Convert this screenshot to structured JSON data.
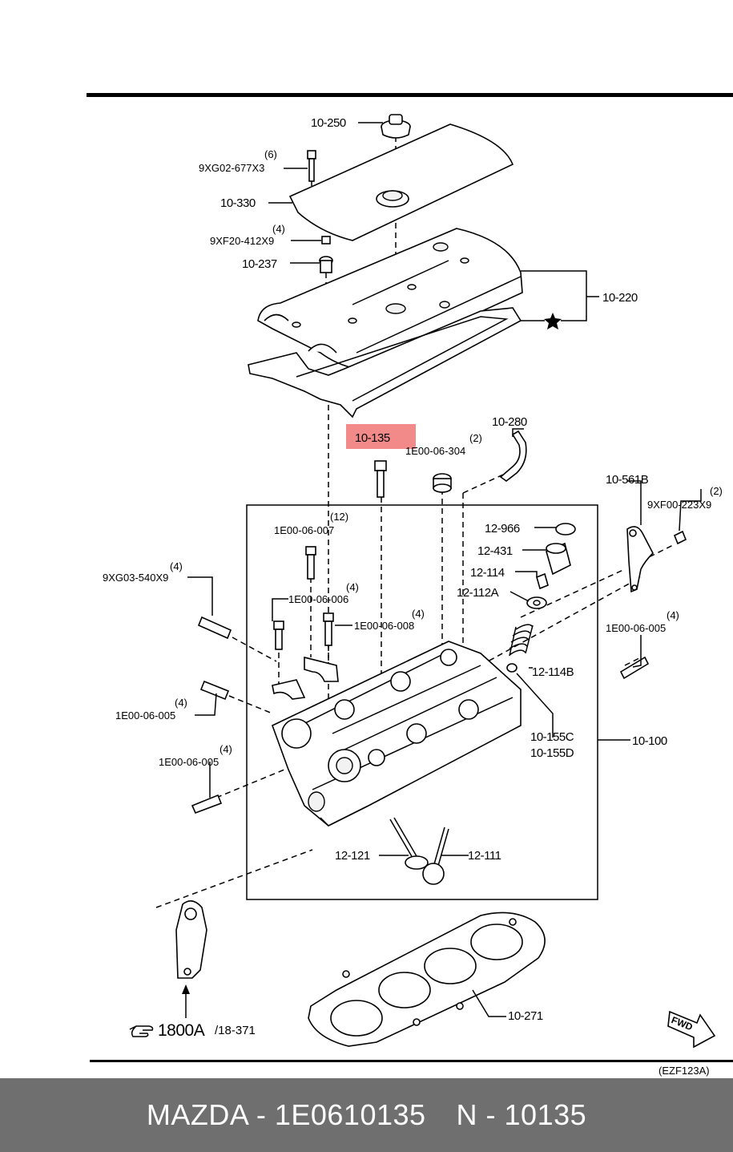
{
  "labels": {
    "l_10_250": "10-250",
    "l_6": "(6)",
    "l_9xg02": "9XG02-677X3",
    "l_10_330": "10-330",
    "l_4a": "(4)",
    "l_9xf20": "9XF20-412X9",
    "l_10_237": "10-237",
    "l_10_220": "10-220",
    "l_10_135": "10-135",
    "l_2a": "(2)",
    "l_1e00_304": "1E00-06-304",
    "l_10_280": "10-280",
    "l_10_561b": "10-561B",
    "l_2b": "(2)",
    "l_9xf00": "9XF00-223X9",
    "l_12": "(12)",
    "l_1e00_007": "1E00-06-007",
    "l_12_966": "12-966",
    "l_12_431": "12-431",
    "l_4b": "(4)",
    "l_9xg03": "9XG03-540X9",
    "l_12_114": "12-114",
    "l_4c": "(4)",
    "l_1e00_006": "1E00-06-006",
    "l_12_112a": "12-112A",
    "l_4d": "(4)",
    "l_1e00_008": "1E00-06-008",
    "l_4e": "(4)",
    "l_1e00_005a": "1E00-06-005",
    "l_12_114b": "12-114B",
    "l_4f": "(4)",
    "l_1e00_005b": "1E00-06-005",
    "l_10_155c": "10-155C",
    "l_10_155d": "10-155D",
    "l_10_100": "10-100",
    "l_4g": "(4)",
    "l_1e00_005c": "1E00-06-005",
    "l_12_121": "12-121",
    "l_12_111": "12-111",
    "l_10_271": "10-271",
    "l_1800a": "1800A",
    "l_18_371": "/18-371",
    "l_fwd": "FWD",
    "l_ezf": "(EZF123A)"
  },
  "footer": {
    "brand_part": "MAZDA - 1E0610135",
    "number": "N - 10135"
  },
  "colors": {
    "highlight": "#f28a8a",
    "footer_bg": "#6f6f6f",
    "footer_text": "#ffffff"
  },
  "icons": {
    "star": "star-icon",
    "pointer": "pointing-hand-icon",
    "fwd": "fwd-arrow-icon"
  }
}
